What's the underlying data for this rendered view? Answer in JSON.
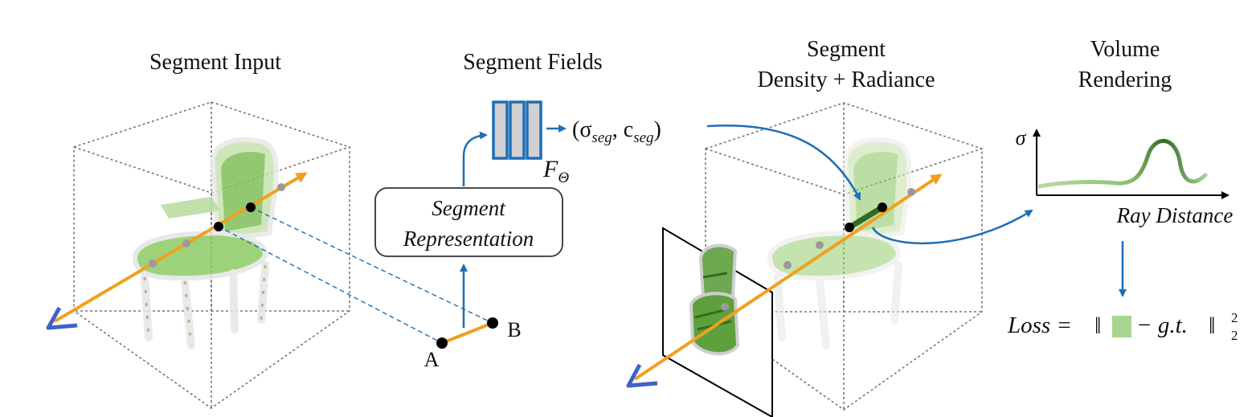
{
  "panels": {
    "input": {
      "title": "Segment Input"
    },
    "fields": {
      "title": "Segment Fields",
      "representation_line1": "Segment",
      "representation_line2": "Representation",
      "network_label": "F",
      "network_subscript": "Θ",
      "output_open": "(σ",
      "output_sub1": "seg",
      "output_mid": ", c",
      "output_sub2": "seg",
      "output_close": ")",
      "point_a": "A",
      "point_b": "B"
    },
    "density": {
      "title_line1": "Segment",
      "title_line2": "Density + Radiance"
    },
    "rendering": {
      "title_line1": "Volume",
      "title_line2": "Rendering",
      "y_axis": "σ",
      "x_axis": "Ray Distance",
      "loss_prefix": "Loss =",
      "loss_bars_open": "‖",
      "loss_minus": "− g.t.",
      "loss_bars_close": "‖",
      "loss_sup": "2",
      "loss_sub": "2"
    }
  },
  "colors": {
    "ray": "#f0a020",
    "arrow": "#1f6fb5",
    "segment": "#3a7d2a",
    "camera": "#4062c8",
    "network_fill": "#d0d0d0",
    "network_border": "#1f6fb5",
    "loss_swatch": "#a8d58f",
    "box_edges": "#777777"
  }
}
